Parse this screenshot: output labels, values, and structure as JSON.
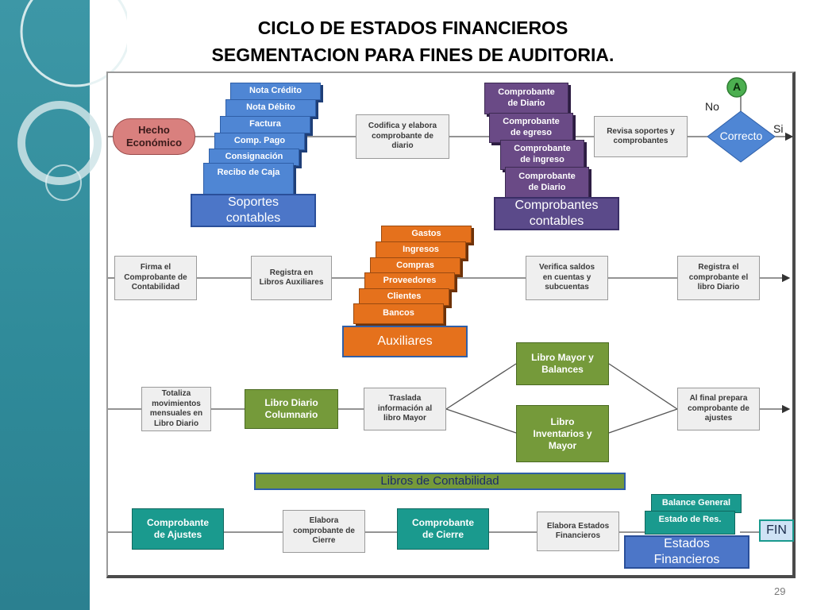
{
  "title": {
    "line1": "CICLO DE ESTADOS FINANCIEROS",
    "line2": "SEGMENTACION PARA FINES DE AUDITORIA."
  },
  "page_number": "29",
  "colors": {
    "side_band": "#3d97a6",
    "gray_box": "#efefef",
    "blue_doc": "#4f86d4",
    "purple_doc": "#6a4a86",
    "orange_doc": "#e5711c",
    "green_box": "#759a3a",
    "teal_box": "#1a9a8e",
    "hecho": "#d9807e",
    "decision": "#4f86d4",
    "connector_a": "#4caf50"
  },
  "row1": {
    "hecho": "Hecho\nEconómico",
    "soportes_docs": [
      "Nota Crédito",
      "Nota Débito",
      "Factura",
      "Comp. Pago",
      "Consignación",
      "Recibo de Caja"
    ],
    "soportes_label": "Soportes\ncontables",
    "codifica": "Codifica y elabora\ncomprobante de\ndiario",
    "comprobantes_docs": [
      "Comprobante\nde Diario",
      "Comprobante\nde egreso",
      "Comprobante\nde ingreso",
      "Comprobante\nde Diario"
    ],
    "comprobantes_label": "Comprobantes\ncontables",
    "revisa": "Revisa soportes y\ncomprobantes",
    "decision": "Correcto",
    "no_label": "No",
    "si_label": "Si",
    "connector": "A"
  },
  "row2": {
    "firma": "Firma el\nComprobante de\nContabilidad",
    "registra_aux": "Registra en\nLibros Auxiliares",
    "auxiliares_docs": [
      "Gastos",
      "Ingresos",
      "Compras",
      "Proveedores",
      "Clientes",
      "Bancos"
    ],
    "auxiliares_label": "Auxiliares",
    "verifica": "Verifica saldos\nen cuentas y\nsubcuentas",
    "registra_diario": "Registra el\ncomprobante el\nlibro Diario"
  },
  "row3": {
    "totaliza": "Totaliza\nmovimientos\nmensuales en\nLibro Diario",
    "libro_diario": "Libro Diario\nColumnario",
    "traslada": "Traslada\ninformación al\nlibro Mayor",
    "libro_mayor": "Libro Mayor y\nBalances",
    "libro_inventarios": "Libro\nInventarios y\nMayor",
    "al_final": "Al final prepara\ncomprobante de\najustes",
    "libros_contabilidad": "Libros de Contabilidad"
  },
  "row4": {
    "comp_ajustes": "Comprobante\nde Ajustes",
    "elabora_cierre": "Elabora\ncomprobante de\nCierre",
    "comp_cierre": "Comprobante\nde Cierre",
    "elabora_estados": "Elabora Estados\nFinancieros",
    "estados_docs": [
      "Balance General",
      "Estado de Res."
    ],
    "estados_label": "Estados\nFinancieros",
    "fin": "FIN"
  }
}
